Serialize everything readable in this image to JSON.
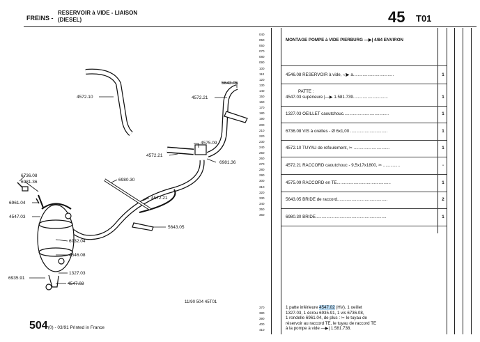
{
  "header": {
    "category": "FREINS -",
    "title_line1": "RESERVOIR à VIDE - LIAISON",
    "title_line2": "(DIESEL)",
    "page_number": "45",
    "page_code": "T01"
  },
  "line_numbers_top": "040\n050\n060\n070\n080\n090\n100\n110\n120\n130\n140\n150\n160\n170\n180\n190\n200\n210\n220\n230\n240\n250\n260\n270\n280\n290\n300\n310\n320\n330\n340\n350\n360",
  "line_numbers_bottom": "370\n380\n390\n400\n410",
  "rows": [
    {
      "text": "MONTAGE POMPE à VIDE PIERBURG —▶| 4/84 ENVIRON",
      "qty": ""
    },
    {
      "text": "4546.08 RESERVOIR à vide, ◁▶ a..................................",
      "qty": "1"
    },
    {
      "text": "PATTE :",
      "qty": ""
    },
    {
      "text": "4547.03  supérieure |—▶ 1.581.739.............................",
      "qty": "1"
    },
    {
      "text": "1327.03 OEILLET caoutchouc......................................",
      "qty": "1"
    },
    {
      "text": "6736.08 VIS à oreilles - Ø 6x1,00 ...............................",
      "qty": "1"
    },
    {
      "text": "4572.10 TUYAU de refoulement, ✂ ..............................",
      "qty": "1"
    },
    {
      "text": "4572.21 RACCORD caoutchouc - 9,5x17x1800, ✂ ..............",
      "qty": "-"
    },
    {
      "text": "4575.09 RACCORD en TE.............................................",
      "qty": "1"
    },
    {
      "text": "5643.05 BRIDE de raccord..........................................",
      "qty": "2"
    },
    {
      "text": "6980.30 BRIDE...........................................................",
      "qty": "1"
    }
  ],
  "note": {
    "line1_pre": "1 patte inférieure ",
    "line1_hl": "4547.02",
    "line1_post": " (HV), 1 oeillet",
    "line2": "1327.03, 1 écrou 6935.91, 1 vis 6736.08,",
    "line3": "1 rondelle 6961.04, de plus : ✂ le tuyau de",
    "line4": "réservoir au raccord TE, le tuyau de raccord TE",
    "line5": "à la pompe à vide —▶| 1.581.738."
  },
  "drawing_code": "11/90 504 45T01",
  "footer": {
    "model": "504",
    "suffix": "(0) - 03/91 Printed in France"
  },
  "part_labels": {
    "p4572_10": "4572.10",
    "p5643_05_top": "5643.05",
    "p4572_21_top": "4572.21",
    "p4575_09": "4575.09",
    "p4572_21_mid": "4572.21",
    "p6981_36_right": "6981.36",
    "p6980_30": "6980.30",
    "p4572_21_low": "4572.21",
    "p5643_05_low": "5643.05",
    "p6736_08": "6736.08",
    "p6981_36_left": "6981.36",
    "p6961_04": "6961.04",
    "p4547_03": "4547.03",
    "p6932_04": "6932.04",
    "p4546_08": "4546.08",
    "p1327_03": "1327.03",
    "p6935_91": "6935.91",
    "p4547_02": "4547.02"
  }
}
